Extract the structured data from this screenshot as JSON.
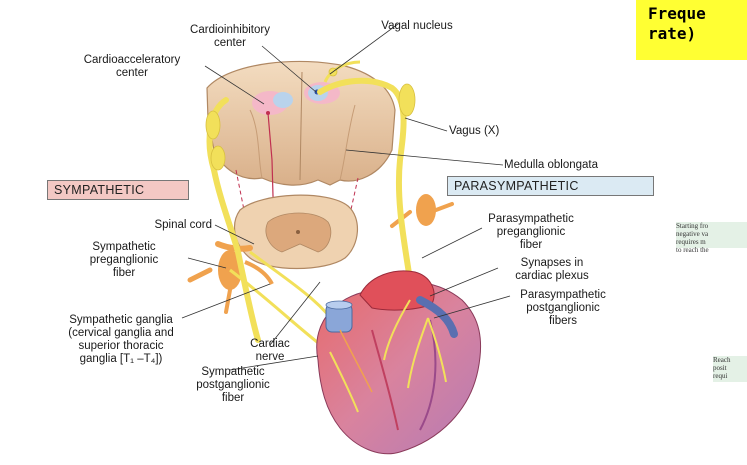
{
  "diagram": {
    "labels": {
      "cardioinhibitory_center": "Cardioinhibitory\ncenter",
      "vagal_nucleus": "Vagal nucleus",
      "cardioacceleratory_center": "Cardioacceleratory\ncenter",
      "vagus": "Vagus (X)",
      "medulla_oblongata": "Medulla oblongata",
      "sympathetic": "SYMPATHETIC",
      "parasympathetic": "PARASYMPATHETIC",
      "spinal_cord": "Spinal cord",
      "sympathetic_preganglionic_fiber": "Sympathetic\npreganglionic\nfiber",
      "parasympathetic_preganglionic_fiber": "Parasympathetic\npreganglionic\nfiber",
      "synapses_in_cardiac_plexus": "Synapses in\ncardiac plexus",
      "parasympathetic_postganglionic_fibers": "Parasympathetic\npostganglionic\nfibers",
      "sympathetic_ganglia": "Sympathetic ganglia\n(cervical ganglia and\nsuperior thoracic\nganglia [T₁ –T₄])",
      "cardiac_nerve": "Cardiac\nnerve",
      "sympathetic_postganglionic_fiber": "Sympathetic\npostganglionic\nfiber"
    }
  },
  "side_panel": {
    "banner": "Freque\nrate)",
    "snippet_1": "Starting fro\nnegative va\nrequires m\nto reach the",
    "snippet_2": "Reach\nposit\nrequi"
  },
  "colors": {
    "nerve_yellow": "#f2e05a",
    "spinal_tan": "#e8c9a6",
    "heart_red": "#e0505a",
    "heart_pink": "#d98ab2",
    "aorta_blue": "#8aa6d8",
    "ganglion_orange": "#f0a24e",
    "banner_yellow": "#ffff33"
  }
}
